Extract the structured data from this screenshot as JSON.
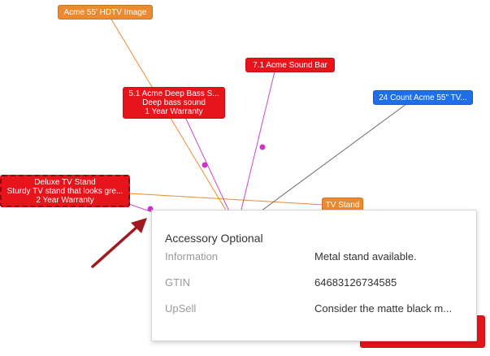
{
  "nodes": {
    "hdtv_image": {
      "label": "Acme 55' HDTV Image",
      "color": "#ec8a2f"
    },
    "sound_bar": {
      "label": "7.1 Acme Sound Bar",
      "color": "#e8141c"
    },
    "deep_bass": {
      "line1": "5.1 Acme Deep Bass S...",
      "line2": "Deep bass sound",
      "line3": "1 Year Warranty",
      "color": "#e8141c"
    },
    "tv_24_count": {
      "label": "24 Count Acme 55\" TV...",
      "color": "#1f6fe8"
    },
    "deluxe_stand": {
      "line1": "Deluxe TV Stand",
      "line2": "Sturdy TV stand that looks gre...",
      "line3": "2 Year Warranty",
      "color": "#e8141c"
    },
    "tv_stand": {
      "label": "TV Stand",
      "color": "#ec8a2f"
    }
  },
  "tooltip": {
    "title": "Accessory Optional",
    "rows": [
      {
        "label": "Information",
        "value": "Metal stand available."
      },
      {
        "label": "GTIN",
        "value": "64683126734585"
      },
      {
        "label": "UpSell",
        "value": "Consider the matte black m..."
      }
    ]
  },
  "colors": {
    "edge_orange": "#ec8a2f",
    "edge_magenta": "#c848c8",
    "edge_gray": "#6b6b6b",
    "arrow": "#a01820"
  }
}
